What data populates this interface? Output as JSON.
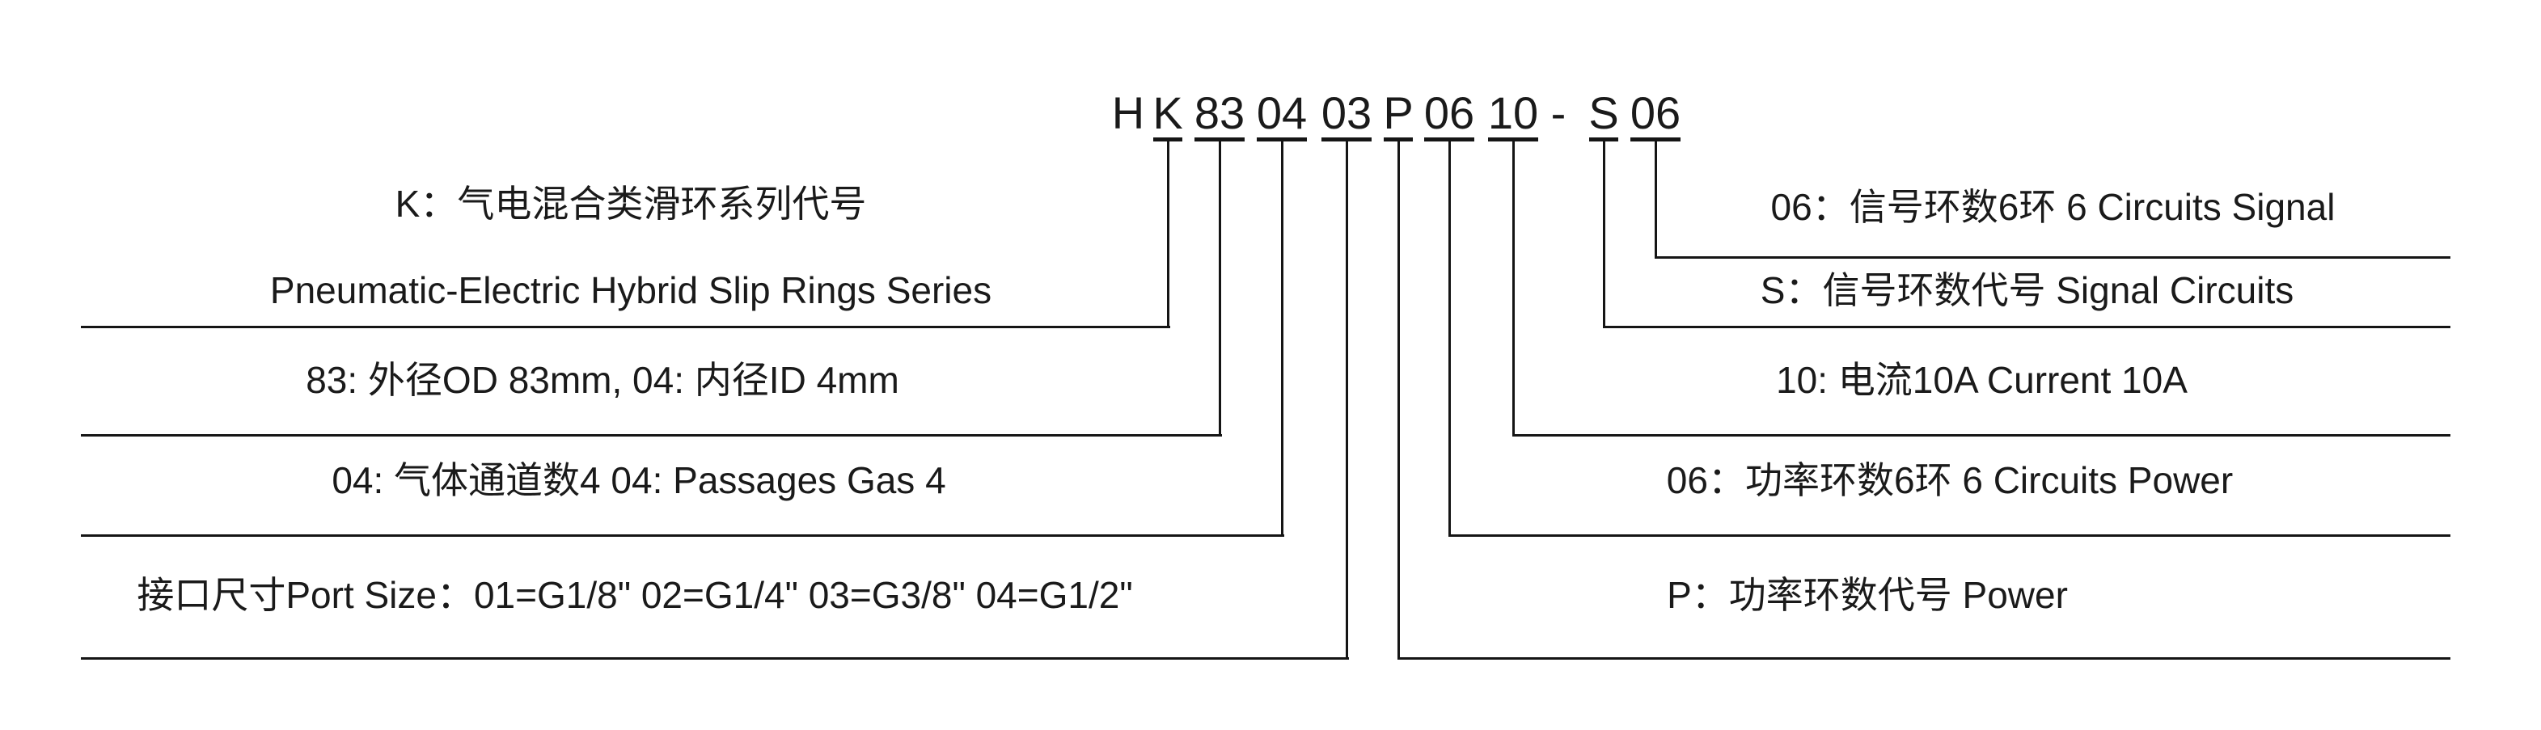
{
  "colors": {
    "ink": "#1a1a1a",
    "line": "#151515",
    "background": "#ffffff"
  },
  "code": {
    "tokens": [
      "H",
      "K",
      "83",
      "04",
      "03",
      "P",
      "06",
      "10",
      "-",
      "S",
      "06"
    ]
  },
  "left_labels": [
    {
      "id": "series-code",
      "lines": [
        "K：气电混合类滑环系列代号",
        "Pneumatic-Electric Hybrid Slip Rings Series"
      ]
    },
    {
      "id": "od-id",
      "lines": [
        "83: 外径OD 83mm, 04: 内径ID 4mm"
      ]
    },
    {
      "id": "gas-passages",
      "lines": [
        "04: 气体通道数4  04: Passages Gas 4"
      ]
    },
    {
      "id": "port-size",
      "lines": [
        "接口尺寸Port Size：01=G1/8\" 02=G1/4\" 03=G3/8\" 04=G1/2\""
      ]
    }
  ],
  "right_labels": [
    {
      "id": "signal-circuits-count",
      "lines": [
        "06：信号环数6环 6 Circuits Signal"
      ]
    },
    {
      "id": "signal-circuits-code",
      "lines": [
        "S：信号环数代号 Signal Circuits"
      ]
    },
    {
      "id": "current",
      "lines": [
        "10: 电流10A  Current 10A"
      ]
    },
    {
      "id": "power-circuits-count",
      "lines": [
        "06：功率环数6环  6 Circuits Power"
      ]
    },
    {
      "id": "power-circuits-code",
      "lines": [
        "P：功率环数代号 Power"
      ]
    }
  ]
}
